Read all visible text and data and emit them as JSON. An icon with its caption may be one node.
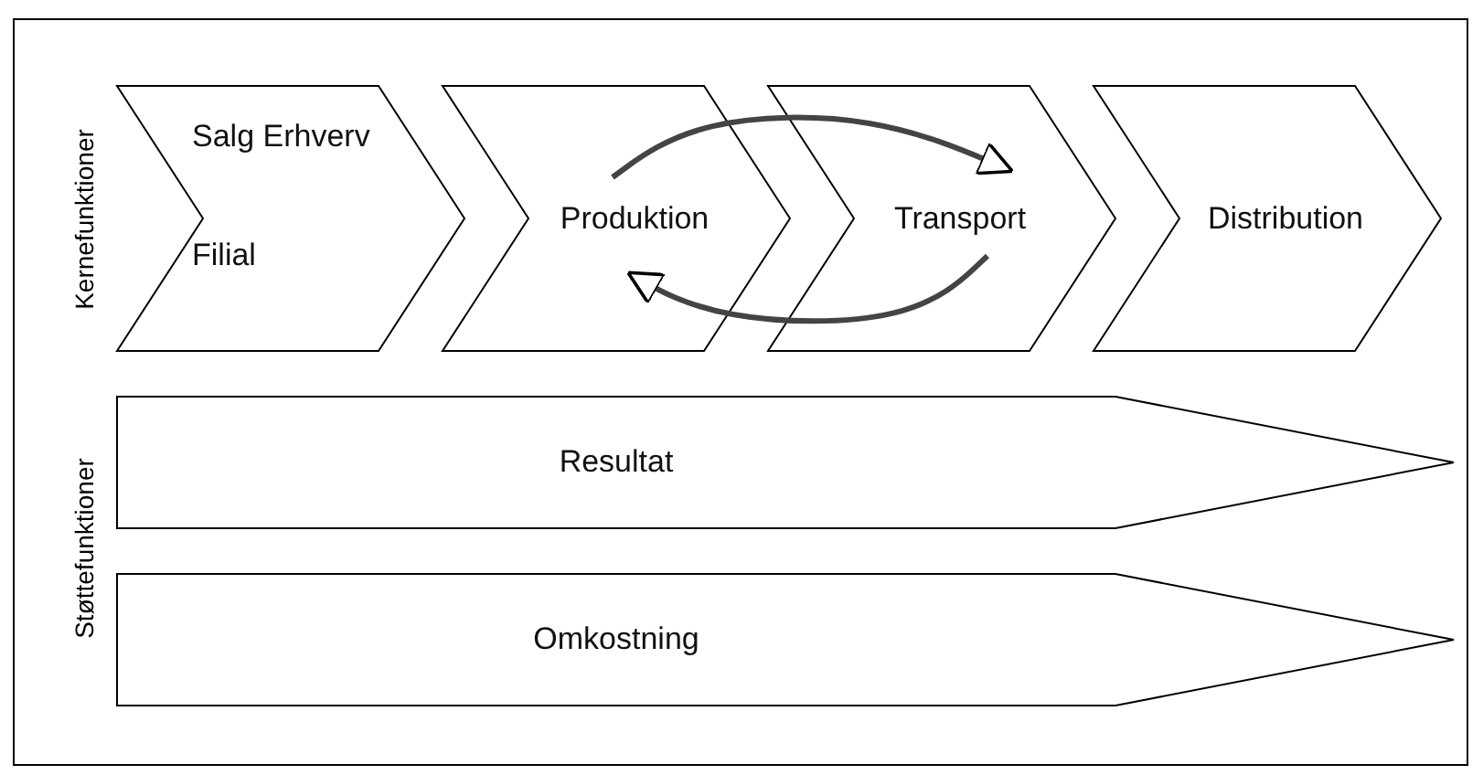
{
  "diagram": {
    "nodes": [
      {
        "text": [
          "Salg Erhverv",
          "Filial"
        ]
      },
      {
        "text": [
          "Produktion"
        ]
      },
      {
        "text": [
          "Transport"
        ]
      },
      {
        "text": [
          "Distribution"
        ]
      },
      {
        "text": [
          "Resultat"
        ]
      },
      {
        "text": [
          "Omkostning"
        ]
      }
    ],
    "edges": [
      {
        "from": 1,
        "to": 2,
        "arrow": "to"
      },
      {
        "from": 2,
        "to": 1,
        "arrow": "to"
      }
    ],
    "labels": [
      "Kernefunktioner",
      "Støttefunktioner"
    ]
  }
}
